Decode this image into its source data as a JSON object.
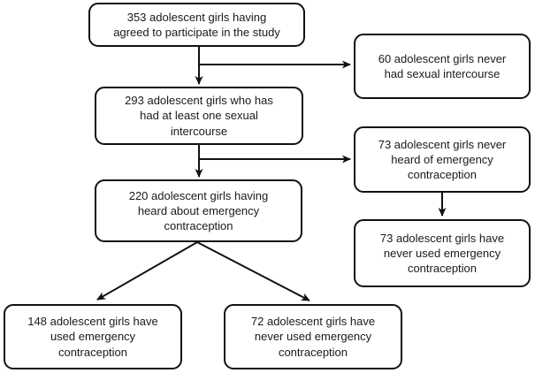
{
  "colors": {
    "stroke": "#111111",
    "text": "#1a1a1a",
    "background": "#ffffff"
  },
  "chart_data": {
    "type": "flowchart",
    "nodes": [
      {
        "id": "participants",
        "value": 353,
        "label": "353 adolescent girls having agreed to participate in the study"
      },
      {
        "id": "never-intercourse",
        "value": 60,
        "label": "60 adolescent girls never had sexual intercourse"
      },
      {
        "id": "had-intercourse",
        "value": 293,
        "label": "293 adolescent girls who has had at least one sexual intercourse"
      },
      {
        "id": "never-heard",
        "value": 73,
        "label": "73 adolescent girls never heard of emergency contraception"
      },
      {
        "id": "heard",
        "value": 220,
        "label": "220 adolescent girls having heard about emergency contraception"
      },
      {
        "id": "never-used-right",
        "value": 73,
        "label": "73 adolescent girls have never used emergency contraception"
      },
      {
        "id": "used",
        "value": 148,
        "label": "148 adolescent girls have used emergency contraception"
      },
      {
        "id": "never-used-bottom",
        "value": 72,
        "label": "72 adolescent girls have never used emergency contraception"
      }
    ],
    "edges": [
      {
        "from": "participants",
        "to": "had-intercourse"
      },
      {
        "from": "participants",
        "to": "never-intercourse"
      },
      {
        "from": "had-intercourse",
        "to": "heard"
      },
      {
        "from": "had-intercourse",
        "to": "never-heard"
      },
      {
        "from": "never-heard",
        "to": "never-used-right"
      },
      {
        "from": "heard",
        "to": "used"
      },
      {
        "from": "heard",
        "to": "never-used-bottom"
      }
    ]
  },
  "nodes": {
    "participants": {
      "text": "353 adolescent girls having\nagreed to participate in the study"
    },
    "never_intercourse": {
      "text": "60 adolescent girls never\nhad sexual intercourse"
    },
    "had_intercourse": {
      "text": "293 adolescent girls who has\nhad at least one sexual\nintercourse"
    },
    "never_heard": {
      "text": "73 adolescent girls never\nheard of emergency\ncontraception"
    },
    "heard": {
      "text": "220 adolescent girls having\nheard about emergency\ncontraception"
    },
    "never_used_right": {
      "text": "73 adolescent girls have\nnever used emergency\ncontraception"
    },
    "used": {
      "text": "148 adolescent girls have\nused emergency\ncontraception"
    },
    "never_used_bottom": {
      "text": "72 adolescent girls have\nnever used emergency\ncontraception"
    }
  }
}
